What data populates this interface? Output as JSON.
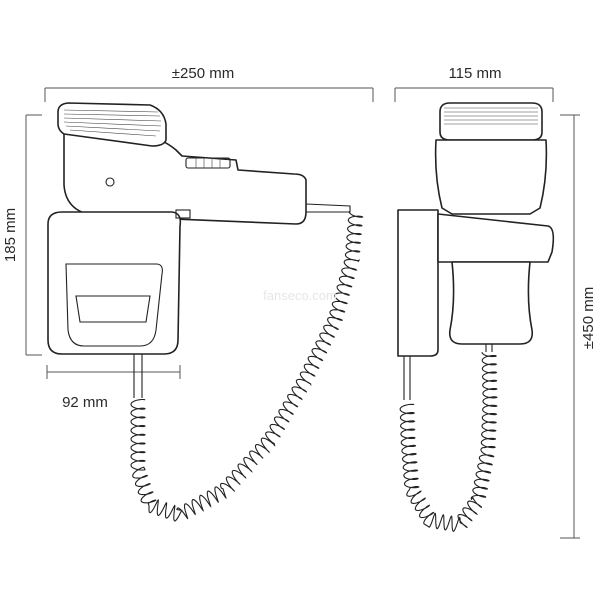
{
  "dimensions": {
    "width_front": "±250 mm",
    "depth_side": "115 mm",
    "height_front": "185 mm",
    "holder_width": "92 mm",
    "total_height": "±450 mm"
  },
  "watermark": "fanseco.com",
  "colors": {
    "line": "#222222",
    "dimension": "#555555",
    "background": "#ffffff"
  }
}
